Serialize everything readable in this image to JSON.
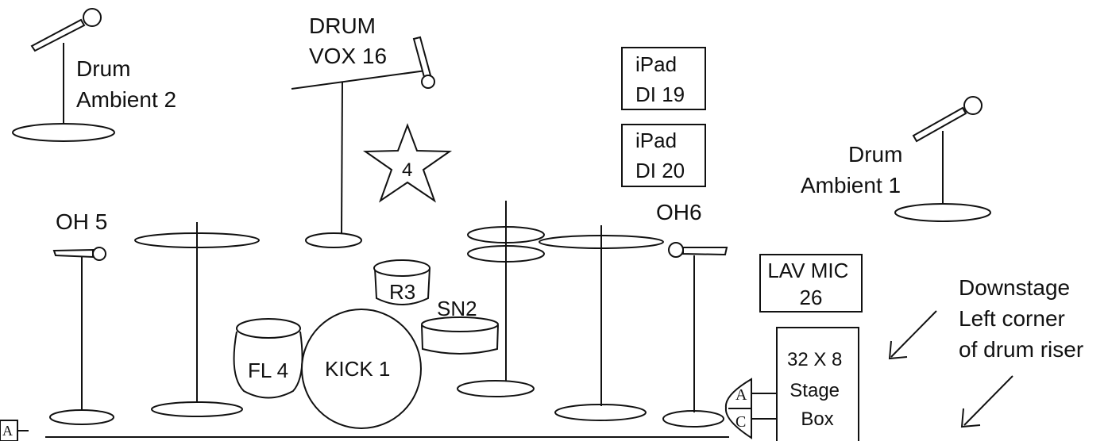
{
  "labels": {
    "drum_ambient_2": [
      "Drum",
      "Ambient 2"
    ],
    "drum_vox": [
      "DRUM",
      "VOX 16"
    ],
    "ipad_di_19": [
      "iPad",
      "DI 19"
    ],
    "ipad_di_20": [
      "iPad",
      "DI 20"
    ],
    "drum_ambient_1": [
      "Drum",
      "Ambient 1"
    ],
    "star_number": "4",
    "oh5": "OH 5",
    "oh6": "OH6",
    "r3": "R3",
    "sn2": "SN2",
    "fl4": "FL 4",
    "kick1": "KICK 1",
    "lav_mic": [
      "LAV MIC",
      "26"
    ],
    "stage_box": [
      "32 X 8",
      "Stage",
      "Box"
    ],
    "downstage_note": [
      "Downstage",
      "Left corner",
      "of drum riser"
    ],
    "connector_a": "A",
    "connector_c": "C",
    "edge_connector_a": "A"
  },
  "colors": {
    "line": "#111111",
    "background": "#ffffff"
  },
  "icons": {
    "mic_stand": "microphone-on-stand-icon",
    "cymbal": "cymbal-icon",
    "star": "star-icon",
    "arrow": "arrow-icon"
  }
}
